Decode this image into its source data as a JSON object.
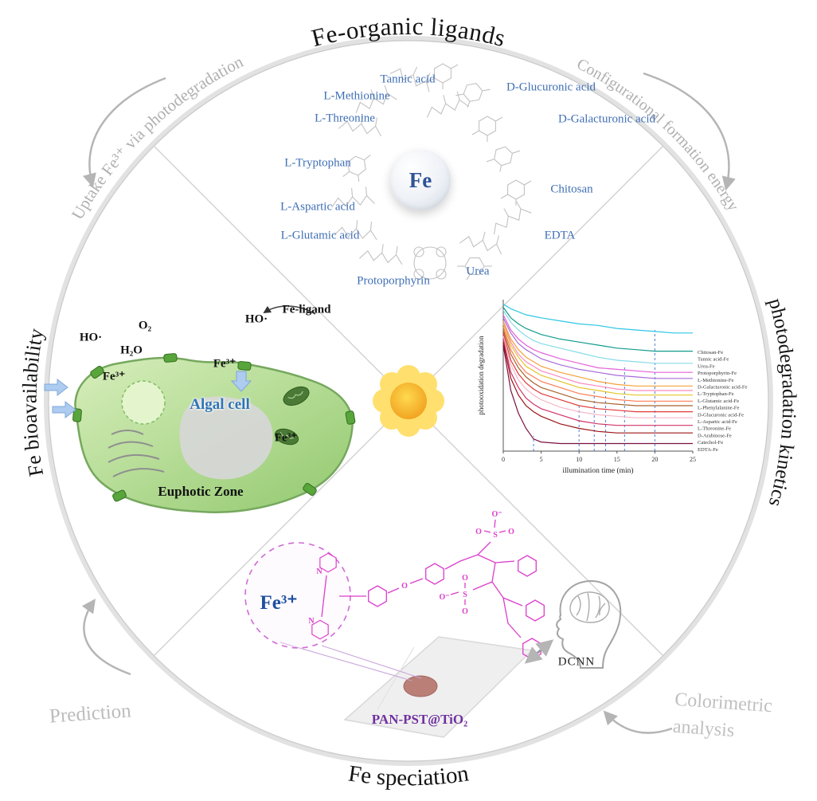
{
  "arc_labels": {
    "top": "Fe-organic ligands",
    "top_left": "Uptake Fe³⁺ via photodegradation",
    "top_right": "Configurational formation energy",
    "right": "photodegradation kinetics",
    "left": "Fe bioavailability",
    "bottom": "Fe speciation",
    "bottom_left": "Prediction",
    "bottom_right_line1": "Colorimetric",
    "bottom_right_line2": "analysis"
  },
  "ligands": {
    "center_label": "Fe",
    "items": [
      "Tannic acid",
      "L-Methionine",
      "L-Threonine",
      "L-Tryptophan",
      "L-Aspartic acid",
      "L-Glutamic acid",
      "Protoporphyrin",
      "Urea",
      "EDTA",
      "Chitosan",
      "D-Galacturonic acid",
      "D-Glucuronic acid"
    ]
  },
  "bioavailability": {
    "ho_radical_1": "HO·",
    "oxygen": "O₂",
    "water": "H₂O",
    "fe3_left": "Fe³⁺",
    "fe3_top": "Fe³⁺",
    "ho_radical_2": "HO·",
    "fe_ligand": "Fe-ligand",
    "fe3_inside": "Fe³⁺",
    "algal_cell": "Algal cell",
    "euphotic_zone": "Euphotic Zone"
  },
  "speciation": {
    "fe3": "Fe³⁺",
    "membrane_label": "PAN-PST@TiO₂",
    "dcnn": "DCNN",
    "atoms": {
      "n": "N",
      "o": "O",
      "s": "S",
      "o_minus": "O⁻"
    }
  },
  "chart_data": {
    "type": "line",
    "title": "",
    "xlabel": "illumination time (min)",
    "ylabel": "photooxidation degradation",
    "xlim": [
      0,
      25
    ],
    "ylim": [
      0,
      1
    ],
    "xticks": [
      0,
      5,
      10,
      15,
      20,
      25
    ],
    "grid": false,
    "legend_position": "right",
    "guide_color": "#4a7fd4",
    "guides": [
      {
        "x": 4,
        "h": 0.1
      },
      {
        "x": 10,
        "h": 0.3
      },
      {
        "x": 12,
        "h": 0.4
      },
      {
        "x": 13.5,
        "h": 0.48
      },
      {
        "x": 16,
        "h": 0.57
      },
      {
        "x": 20,
        "h": 0.8
      }
    ],
    "x": [
      0,
      1,
      2,
      3,
      4,
      5,
      7.5,
      10,
      12.5,
      15,
      17.5,
      20,
      22.5,
      25
    ],
    "series": [
      {
        "name": "Chitosan-Fe",
        "color": "#2ec6e6",
        "values": [
          0.97,
          0.94,
          0.92,
          0.9,
          0.89,
          0.88,
          0.86,
          0.84,
          0.83,
          0.81,
          0.8,
          0.79,
          0.78,
          0.78
        ]
      },
      {
        "name": "Tannic acid-Fe",
        "color": "#119c8d",
        "values": [
          0.95,
          0.88,
          0.84,
          0.81,
          0.79,
          0.77,
          0.74,
          0.72,
          0.7,
          0.68,
          0.67,
          0.66,
          0.66,
          0.66
        ]
      },
      {
        "name": "Urea-Fe",
        "color": "#86dbe8",
        "values": [
          0.93,
          0.85,
          0.8,
          0.76,
          0.73,
          0.71,
          0.68,
          0.65,
          0.62,
          0.6,
          0.59,
          0.58,
          0.58,
          0.58
        ]
      },
      {
        "name": "Protoporphyrin-Fe",
        "color": "#e362d9",
        "values": [
          0.9,
          0.8,
          0.74,
          0.7,
          0.67,
          0.65,
          0.61,
          0.58,
          0.55,
          0.54,
          0.53,
          0.52,
          0.52,
          0.52
        ]
      },
      {
        "name": "L-Methionine-Fe",
        "color": "#a86bd8",
        "values": [
          0.88,
          0.78,
          0.71,
          0.67,
          0.64,
          0.61,
          0.57,
          0.54,
          0.52,
          0.5,
          0.49,
          0.48,
          0.48,
          0.48
        ]
      },
      {
        "name": "D-Galacturonic acid-Fe",
        "color": "#f6a13a",
        "values": [
          0.86,
          0.74,
          0.67,
          0.62,
          0.59,
          0.56,
          0.52,
          0.49,
          0.46,
          0.44,
          0.43,
          0.43,
          0.43,
          0.43
        ]
      },
      {
        "name": "L-Tryptophan-Fe",
        "color": "#f98bc0",
        "values": [
          0.85,
          0.72,
          0.64,
          0.59,
          0.56,
          0.53,
          0.49,
          0.45,
          0.43,
          0.41,
          0.4,
          0.4,
          0.4,
          0.4
        ]
      },
      {
        "name": "L-Glutamic acid-Fe",
        "color": "#e3c52c",
        "values": [
          0.84,
          0.7,
          0.62,
          0.56,
          0.53,
          0.5,
          0.46,
          0.42,
          0.4,
          0.38,
          0.37,
          0.37,
          0.37,
          0.37
        ]
      },
      {
        "name": "L-Phenylalanine-Fe",
        "color": "#fb7c52",
        "values": [
          0.82,
          0.67,
          0.58,
          0.52,
          0.49,
          0.46,
          0.42,
          0.38,
          0.36,
          0.34,
          0.33,
          0.33,
          0.33,
          0.33
        ]
      },
      {
        "name": "D-Glucuronic acid-Fe",
        "color": "#a8642e",
        "values": [
          0.8,
          0.64,
          0.55,
          0.49,
          0.45,
          0.42,
          0.38,
          0.34,
          0.32,
          0.31,
          0.3,
          0.3,
          0.3,
          0.3
        ]
      },
      {
        "name": "L-Aspartic acid-Fe",
        "color": "#e23b3b",
        "values": [
          0.78,
          0.6,
          0.51,
          0.45,
          0.41,
          0.38,
          0.34,
          0.3,
          0.28,
          0.27,
          0.26,
          0.26,
          0.26,
          0.26
        ]
      },
      {
        "name": "L-Threonine-Fe",
        "color": "#f6b8c8",
        "values": [
          0.76,
          0.57,
          0.47,
          0.41,
          0.37,
          0.34,
          0.29,
          0.26,
          0.24,
          0.23,
          0.22,
          0.22,
          0.22,
          0.22
        ]
      },
      {
        "name": "D-Arabinose-Fe",
        "color": "#d23368",
        "values": [
          0.74,
          0.52,
          0.42,
          0.35,
          0.31,
          0.28,
          0.24,
          0.2,
          0.18,
          0.17,
          0.17,
          0.17,
          0.17,
          0.17
        ]
      },
      {
        "name": "Catechol-Fe",
        "color": "#9c1616",
        "values": [
          0.72,
          0.48,
          0.37,
          0.3,
          0.26,
          0.23,
          0.18,
          0.15,
          0.13,
          0.12,
          0.12,
          0.12,
          0.12,
          0.12
        ]
      },
      {
        "name": "EDTA-Fe",
        "color": "#7a1040",
        "values": [
          0.7,
          0.4,
          0.25,
          0.15,
          0.08,
          0.06,
          0.05,
          0.05,
          0.05,
          0.05,
          0.05,
          0.05,
          0.05,
          0.05
        ]
      }
    ]
  }
}
